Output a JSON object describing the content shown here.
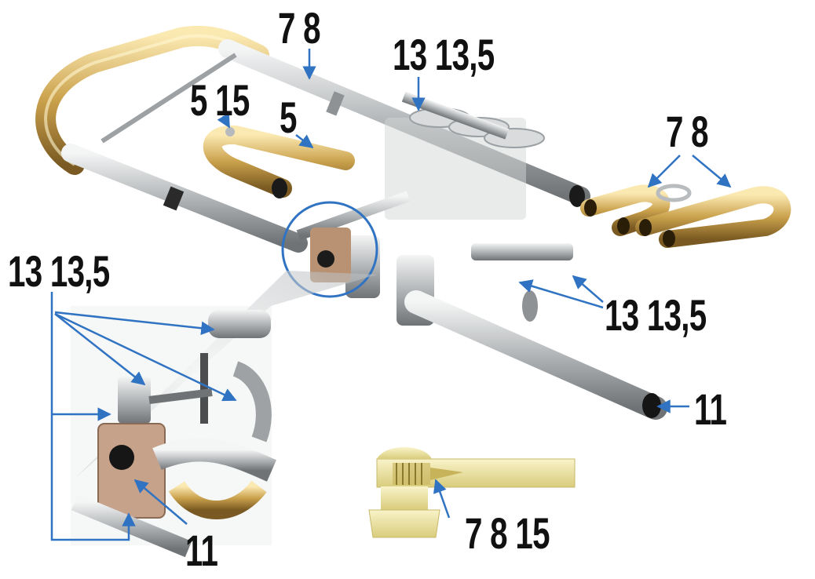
{
  "labels": {
    "top_tube": "7 8",
    "valve_levers_top": "13 13,5",
    "small_slide_ball": "5 15",
    "small_slide": "5",
    "right_slides": "7 8",
    "detail_left": "13 13,5",
    "right_mechanism": "13 13,5",
    "lead_pipe_end": "11",
    "detail_rotor": "11",
    "cap_screw": "7 8 15"
  },
  "colors": {
    "arrow": "#2f73c2",
    "nickel": "#c9cbcc",
    "brass": "#c9a24a",
    "cap_yellow": "#efe6a6",
    "text": "#111111"
  }
}
